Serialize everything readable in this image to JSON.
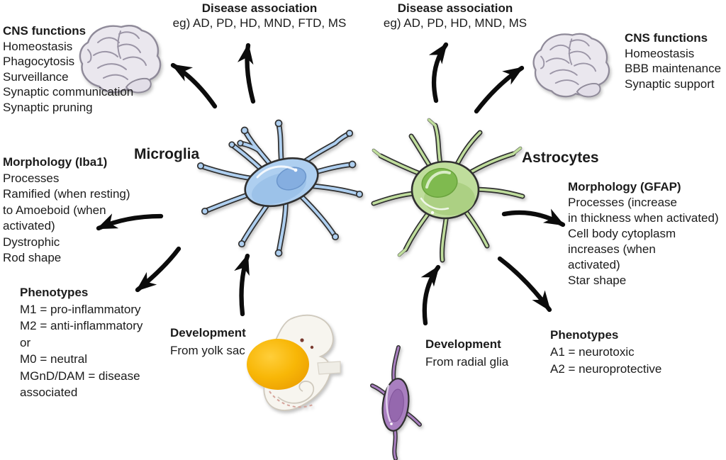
{
  "diagram": {
    "microglia": {
      "label": "Microglia",
      "disease": {
        "title": "Disease association",
        "examples": "eg) AD, PD, HD, MND, FTD, MS"
      },
      "cns_functions": {
        "title": "CNS functions",
        "items": [
          "Homeostasis",
          "Phagocytosis",
          "Surveillance",
          "Synaptic communication",
          "Synaptic pruning"
        ]
      },
      "morphology": {
        "title": "Morphology (Iba1)",
        "lines": [
          "Processes",
          "Ramified (when resting)",
          "to Amoeboid (when",
          "activated)",
          "Dystrophic",
          "Rod shape"
        ]
      },
      "phenotypes": {
        "title": "Phenotypes",
        "lines": [
          "M1 = pro-inflammatory",
          "M2 = anti-inflammatory",
          "or",
          "M0 = neutral",
          "MGnD/DAM = disease",
          "associated"
        ]
      },
      "development": {
        "title": "Development",
        "line": "From yolk sac"
      }
    },
    "astrocytes": {
      "label": "Astrocytes",
      "disease": {
        "title": "Disease association",
        "examples": "eg) AD, PD, HD, MND, MS"
      },
      "cns_functions": {
        "title": "CNS functions",
        "items": [
          "Homeostasis",
          "BBB maintenance",
          "Synaptic support"
        ]
      },
      "morphology": {
        "title": "Morphology (GFAP)",
        "lines": [
          "Processes (increase",
          "in thickness when activated)",
          "Cell body cytoplasm",
          "increases (when",
          "activated)",
          "Star shape"
        ]
      },
      "phenotypes": {
        "title": "Phenotypes",
        "lines": [
          "A1 = neurotoxic",
          "A2 = neuroprotective"
        ]
      },
      "development": {
        "title": "Development",
        "line": "From radial glia"
      }
    },
    "icons": {
      "brain_left": "brain-icon",
      "brain_right": "brain-icon",
      "microglia_cell": "microglia-cell-icon",
      "astrocyte_cell": "astrocyte-cell-icon",
      "embryo": "embryo-yolk-sac-icon",
      "radial_glia": "radial-glia-cell-icon"
    },
    "colors": {
      "microglia_cell": "#AECFF0",
      "microglia_nucleus": "#85AEE0",
      "astrocyte_cell": "#BFDD9C",
      "astrocyte_nucleus": "#7FBA4F",
      "radial_glia": "#A97FC0",
      "yolk_sac": "#F7B70A",
      "brain": "#EAE7EE",
      "arrow": "#0C0C0C",
      "outline": "#303030"
    }
  }
}
